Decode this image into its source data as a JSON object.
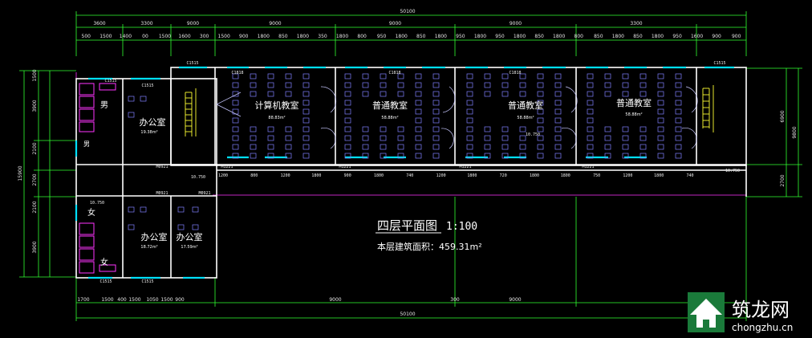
{
  "drawing": {
    "title": "四层平面图",
    "scale": "1:100",
    "floor_area": "本层建筑面积：459.31m²",
    "total_width": "50100"
  },
  "top_dims_outer": [
    "3600",
    "3300",
    "9000",
    "9000",
    "9000",
    "9000",
    "3300"
  ],
  "top_dims_inner": [
    "500",
    "1500",
    "1400",
    "00",
    "1500",
    "1600",
    "300",
    "1500",
    "900",
    "1800",
    "850",
    "1800",
    "350",
    "1800",
    "800",
    "950",
    "1800",
    "850",
    "1800",
    "950",
    "1800",
    "950",
    "1800",
    "850",
    "1800",
    "800",
    "850",
    "1800",
    "850",
    "1800",
    "950",
    "1600",
    "900",
    "900"
  ],
  "bottom_dims_inner": [
    "1700",
    "1500",
    "400",
    "1500",
    "1050",
    "1500",
    "900",
    "9000",
    "300",
    "9000"
  ],
  "bottom_dims_outer": "50100",
  "left_dims": [
    "1500",
    "3900",
    "2100",
    "2700",
    "2100",
    "3900",
    "15900"
  ],
  "right_dims": [
    "6900",
    "9800",
    "2700"
  ],
  "rooms": [
    {
      "name": "计算机教室",
      "area": "88.83m²"
    },
    {
      "name": "普通教室",
      "area": "58.88m²"
    },
    {
      "name": "普通教室",
      "area": "58.88m²"
    },
    {
      "name": "普通教室",
      "area": "58.88m²"
    },
    {
      "name": "办公室",
      "area": "19.38m²"
    },
    {
      "name": "办公室",
      "area": "18.72m²"
    },
    {
      "name": "办公室",
      "area": "17.59m²"
    },
    {
      "name": "男"
    },
    {
      "name": "男"
    },
    {
      "name": "女"
    },
    {
      "name": "女"
    }
  ],
  "window_tags": [
    "C1515",
    "C1515",
    "C1515",
    "C1515",
    "C1515",
    "C1515",
    "C1818",
    "C1818",
    "C1818"
  ],
  "door_tags": [
    "M1221",
    "M1221",
    "M1221",
    "M1221",
    "M0921",
    "M0921",
    "M0921"
  ],
  "corridor_dims": [
    "1200",
    "800",
    "1200",
    "1800",
    "900",
    "1800",
    "740",
    "1200",
    "1800",
    "720",
    "1800",
    "1800",
    "750",
    "1200",
    "1800",
    "740"
  ],
  "elevations": [
    "10.750",
    "10.750",
    "10.750",
    "10.750"
  ],
  "watermark": {
    "name": "筑龙网",
    "url": "chongzhu.cn"
  },
  "colors": {
    "wall": "#ffffff",
    "window": "#00e0ff",
    "stair": "#ffff33",
    "dim": "#30ff30",
    "magenta": "#ff33ff",
    "furniture": "#8080ff"
  }
}
